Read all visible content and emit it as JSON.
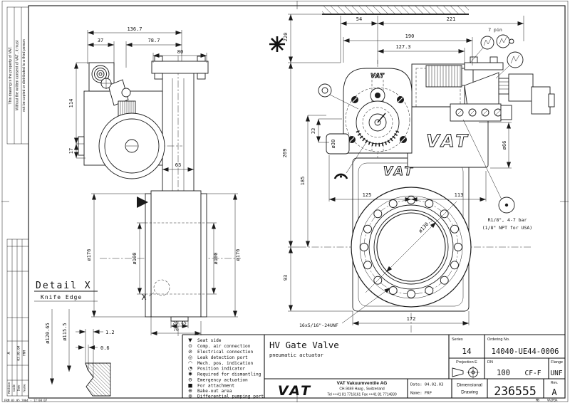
{
  "brand": "VAT",
  "property_note": {
    "line1": "This drawing is the property of VAT.",
    "line2": "Without the written consent of VAT , it must",
    "line3": "not be copied or distributed to a third person"
  },
  "revision_strip": {
    "label_revision": "Revision",
    "label_code": "Code",
    "label_date": "Date",
    "label_name": "Name",
    "revision": "A",
    "date": "03.05.04",
    "name": "FRM"
  },
  "stamps": {
    "plot": "FRM  03.05.2004 - 12:08:07",
    "doc_code_left": "MB",
    "doc_code_right": "VA1M3A"
  },
  "side_view": {
    "total_width": "136.7",
    "width_a": "37",
    "width_b": "78.7",
    "flange_width": "80",
    "height": "114",
    "base_offset": "17",
    "stem_width": "63",
    "flange_od_left": "ø176",
    "flange_od_right": "ø176",
    "bore_left": "ø100",
    "bore_right": "ø100",
    "seat_width": "26.45",
    "body_depth": "70",
    "detail_ref": "X"
  },
  "front_view": {
    "wall_offset": "54",
    "actuator_length": "221",
    "length_b": "190",
    "length_c": "127.3",
    "height_top": "220",
    "height_mid": "269",
    "height_bottom": "93",
    "offset_33": "33",
    "height_185": "185",
    "boss_dia": "ø30",
    "shaft_dia": "ø66",
    "width_left": "125",
    "width_right": "113",
    "bolt_circle": "ø130.3",
    "body_width": "172",
    "connector_note": "7 pin",
    "air_note_1": "R1/8\", 4-7 bar",
    "air_note_2": "(1/8\" NPT for USA)",
    "thread_note": "16x5/16\"-24UNF"
  },
  "detail_x": {
    "title": "Detail X",
    "subtitle": "Knife Edge",
    "dia_outer": "ø120.65",
    "dia_inner": "ø115.5",
    "dim_a": "1.2",
    "dim_b": "0.6"
  },
  "legend": {
    "items": [
      {
        "icon": "seat-side-icon",
        "glyph": "▼",
        "label": "Seat side"
      },
      {
        "icon": "comp-air-icon",
        "glyph": "⊙",
        "label": "Comp. air connection"
      },
      {
        "icon": "electrical-icon",
        "glyph": "⊘",
        "label": "Electrical connection"
      },
      {
        "icon": "leak-detection-icon",
        "glyph": "◎",
        "label": "Leak detection port"
      },
      {
        "icon": "mech-pos-icon",
        "glyph": "◠",
        "label": "Mech. pos. indication"
      },
      {
        "icon": "position-indicator-icon",
        "glyph": "◔",
        "label": "Position indicator"
      },
      {
        "icon": "dismantling-icon",
        "glyph": "✱",
        "label": "Required for dismantling"
      },
      {
        "icon": "emergency-icon",
        "glyph": "⊖",
        "label": "Emergency actuation"
      },
      {
        "icon": "attachment-icon",
        "glyph": "■",
        "label": "For attachment"
      },
      {
        "icon": "bakeout-icon",
        "glyph": "⊕",
        "label": "Bake-out area"
      },
      {
        "icon": "diff-pumping-icon",
        "glyph": "⊚",
        "label": "Differential pumping port"
      }
    ]
  },
  "title_block": {
    "title": "HV Gate Valve",
    "subtitle": "pneumatic actuator",
    "series_label": "Series",
    "series": "14",
    "ordering_label": "Ordering No.",
    "ordering": "14040-UE44-0006",
    "projection_label": "Projection E",
    "dn_label": "DN",
    "dn": "100",
    "seal": "CF-F",
    "flange_label": "Flange",
    "flange": "UNF",
    "company": "VAT Vakuumventile AG",
    "address": "CH-9469 Haag , Switzerland",
    "phone": "Tel ++41 81 7716161 Fax ++41 81 7714830",
    "date": "Date: 04.02.03",
    "name": "Name: FRP",
    "doc_type1": "Dimensional",
    "doc_type2": "Drawing",
    "number": "236555",
    "rev_label": "Rev.",
    "rev": "A"
  }
}
